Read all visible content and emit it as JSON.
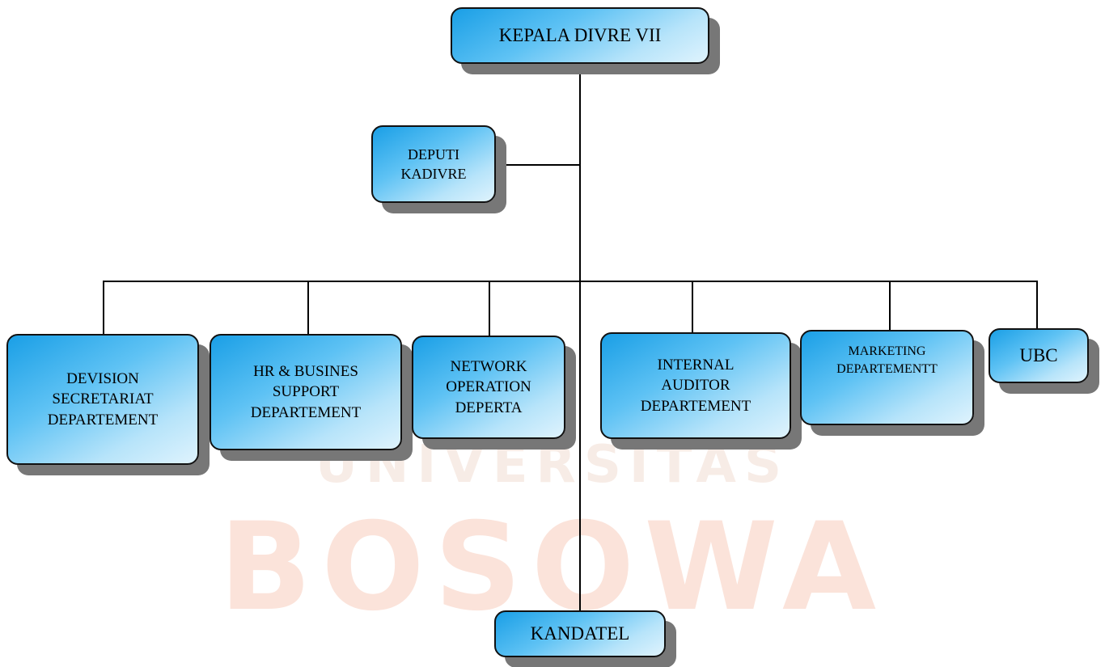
{
  "top": {
    "label": "KEPALA DIVRE VII"
  },
  "deputy": {
    "label": "DEPUTI\nKADIVRE"
  },
  "departments": [
    {
      "label": "DEVISION\nSECRETARIAT\nDEPARTEMENT"
    },
    {
      "label": "HR & BUSINES\nSUPPORT\nDEPARTEMENT"
    },
    {
      "label": "NETWORK\nOPERATION\nDEPERTA"
    },
    {
      "label": "INTERNAL\nAUDITOR\nDEPARTEMENT"
    },
    {
      "label": "MARKETING\nDEPARTEMENTT"
    },
    {
      "label": "UBC"
    }
  ],
  "bottom": {
    "label": "KANDATEL"
  },
  "watermark": {
    "line1": "UNIVERSITAS",
    "line2": "BOSOWA"
  }
}
